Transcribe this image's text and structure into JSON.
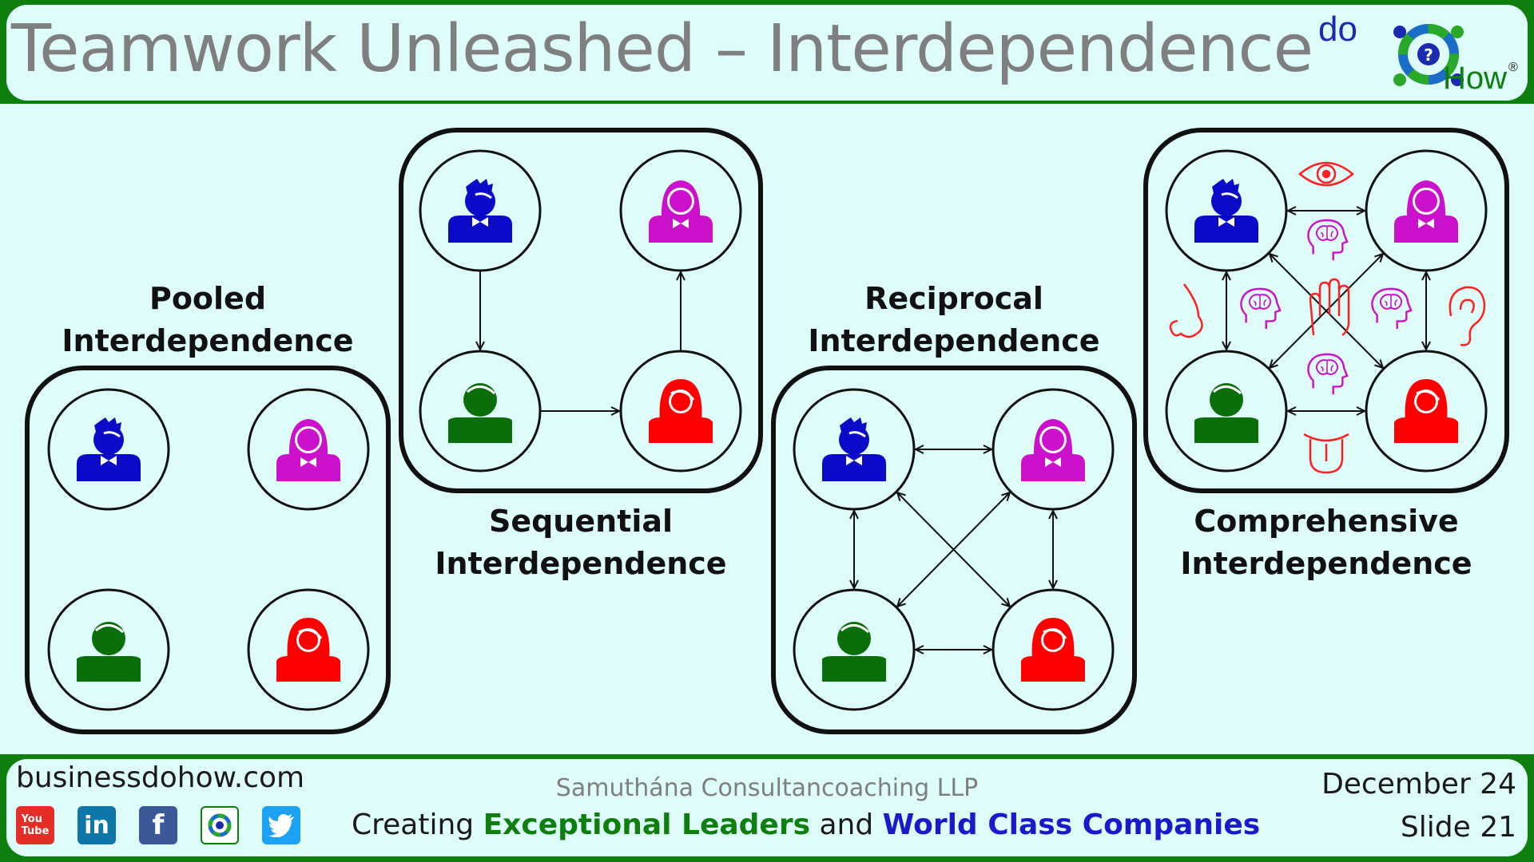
{
  "header": {
    "title": "Teamwork Unleashed – Interdependence",
    "logo_do": "do",
    "logo_how": "How",
    "logo_reg": "®"
  },
  "diagram": {
    "pooled": {
      "line1": "Pooled",
      "line2": "Interdependence"
    },
    "sequential": {
      "line1": "Sequential",
      "line2": "Interdependence"
    },
    "reciprocal": {
      "line1": "Reciprocal",
      "line2": "Interdependence"
    },
    "comprehensive": {
      "line1": "Comprehensive",
      "line2": "Interdependence"
    },
    "person_colors": {
      "blue_man": "#0a0ac8",
      "magenta_woman": "#cc11cc",
      "green_man": "#0a6e0a",
      "red_woman": "#ff0000"
    },
    "sense_icons": [
      "eye-icon",
      "nose-icon",
      "hand-icon",
      "ear-icon",
      "tongue-icon",
      "brain-head-icon"
    ]
  },
  "footer": {
    "website": "businessdohow.com",
    "social_icons": [
      "youtube-icon",
      "linkedin-icon",
      "facebook-icon",
      "dohow-icon",
      "twitter-icon"
    ],
    "company": "Samuthána Consultancoaching LLP",
    "tagline_prefix": "Creating ",
    "tagline_green": "Exceptional Leaders",
    "tagline_mid": " and ",
    "tagline_blue": "World Class Companies",
    "date": "December 24",
    "slide": "Slide 21"
  }
}
